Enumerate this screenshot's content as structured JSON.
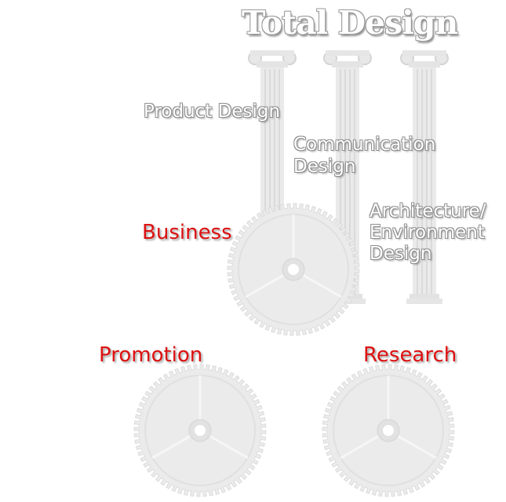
{
  "title": "Total Design",
  "design_fields": {
    "product": "Product Design",
    "communication": [
      "Communication",
      "Design"
    ],
    "architecture": [
      "Architecture/",
      "Environment",
      "Design"
    ]
  },
  "functions": {
    "business": "Business",
    "promotion": "Promotion",
    "research": "Research"
  },
  "colors": {
    "function_text": "#dd1111",
    "outline_text_stroke": "#8f8f8f",
    "watermark_graphics": "#e3e3e3",
    "background": "#ffffff"
  },
  "icons": [
    "ionic-column",
    "gear"
  ]
}
